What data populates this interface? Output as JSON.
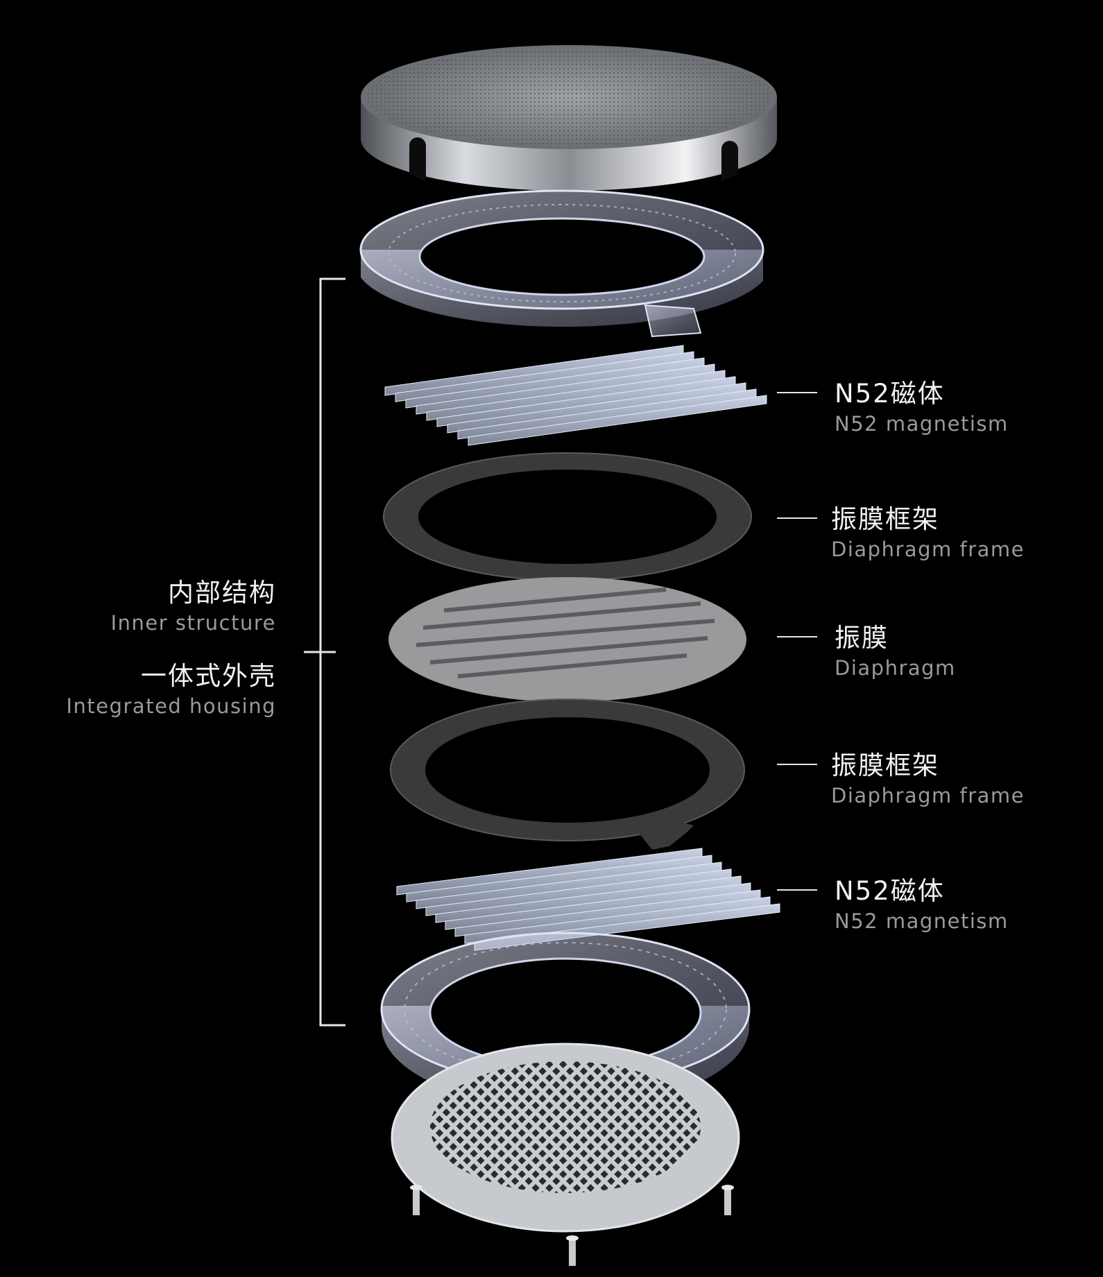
{
  "left_labels": [
    {
      "zh": "内部结构",
      "en": "Inner structure"
    },
    {
      "zh": "一体式外壳",
      "en": "Integrated housing"
    }
  ],
  "right_labels": [
    {
      "zh": "N52磁体",
      "en": "N52 magnetism"
    },
    {
      "zh": "振膜框架",
      "en": "Diaphragm frame"
    },
    {
      "zh": "振膜",
      "en": "Diaphragm"
    },
    {
      "zh": "振膜框架",
      "en": "Diaphragm frame"
    },
    {
      "zh": "N52磁体",
      "en": "N52 magnetism"
    }
  ],
  "colors": {
    "background": "#000000",
    "label_primary": "#f2f2f2",
    "label_secondary": "#9a9a9a",
    "metal": "#bfc2c6",
    "gasket": "#3a3a3a"
  }
}
